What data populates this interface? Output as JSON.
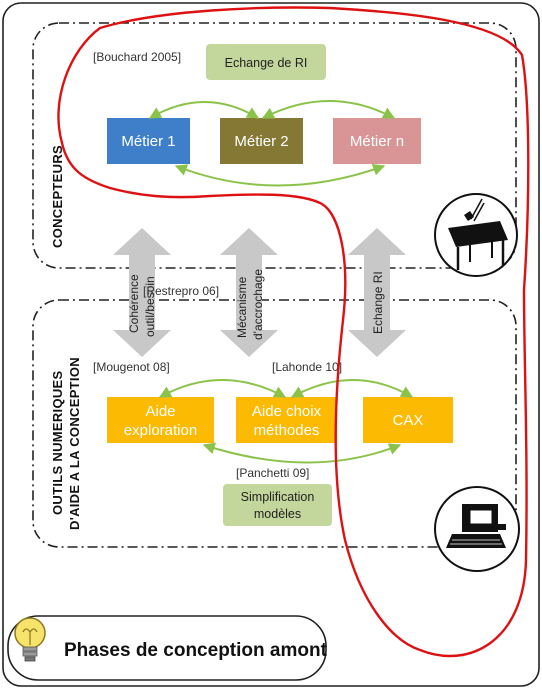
{
  "concepteurs": {
    "label": "CONCEPTEURS",
    "ref_bouchard": "[Bouchard 2005]",
    "echange_ri": "Echange de RI",
    "metier1": "Métier 1",
    "metier2": "Métier 2",
    "metiern": "Métier n"
  },
  "arrows": {
    "coherence_1": "Cohérence",
    "coherence_2": "outil/besoin",
    "mecanisme_1": "Mécanisme",
    "mecanisme_2": "d'accrochage",
    "echange": "Echange RI",
    "ref_restrepro": "[Restrepro 06]"
  },
  "outils": {
    "label_1": "OUTILS NUMERIQUES",
    "label_2": "D'AIDE A LA CONCEPTION",
    "ref_mougenot": "[Mougenot 08]",
    "ref_lahonde": "[Lahonde 10]",
    "ref_panchetti": "[Panchetti 09]",
    "aide_exploration_1": "Aide",
    "aide_exploration_2": "exploration",
    "aide_choix_1": "Aide choix",
    "aide_choix_2": "méthodes",
    "cax": "CAX",
    "simplification_1": "Simplification",
    "simplification_2": "modèles"
  },
  "footer": {
    "title": "Phases de conception amont"
  },
  "colors": {
    "metier1": "#3f7fc9",
    "metier2": "#857835",
    "metiern": "#d99595",
    "orange": "#fcba02",
    "green_box": "#c3d69b",
    "green_arrow": "#8bc34a",
    "gray_arrow": "#c8c8c8",
    "red_outline": "#dd1111"
  },
  "icons": {
    "table": "drafting-table-icon",
    "computer": "computer-icon",
    "bulb": "lightbulb-icon"
  }
}
